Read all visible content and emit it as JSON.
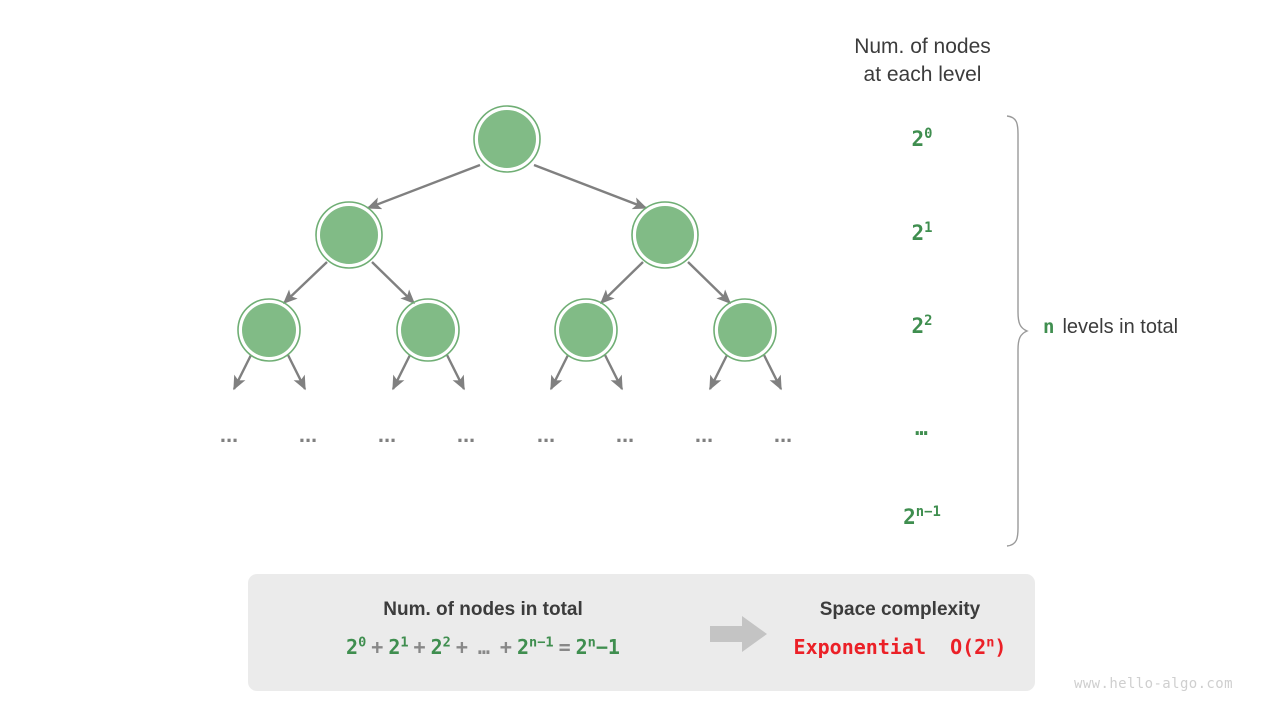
{
  "title": "Num. of nodes\nat each level",
  "colors": {
    "node_fill": "#81bb86",
    "node_ring": "#6fae74",
    "edge": "#808080",
    "green_text": "#3f8e4f",
    "red_text": "#eb2027",
    "panel_bg": "#ebebeb",
    "watermark": "#cfcfcf",
    "background": "#ffffff"
  },
  "tree": {
    "levels": [
      {
        "index": 0,
        "node_count": 1,
        "label_base": "2",
        "label_exp": "0"
      },
      {
        "index": 1,
        "node_count": 2,
        "label_base": "2",
        "label_exp": "1"
      },
      {
        "index": 2,
        "node_count": 4,
        "label_base": "2",
        "label_exp": "2"
      },
      {
        "index": 3,
        "node_count": 8,
        "label_base": "…",
        "label_exp": ""
      },
      {
        "index": 4,
        "node_count": 0,
        "label_base": "2",
        "label_exp": "n−1"
      }
    ],
    "ellipsis_row": [
      "...",
      "...",
      "...",
      "...",
      "...",
      "...",
      "...",
      "..."
    ],
    "ellipsis_glyph": "..."
  },
  "levels_note": {
    "variable": "n",
    "text": "levels in total"
  },
  "summary": {
    "nodes_total": {
      "heading": "Num. of nodes in total",
      "terms": [
        {
          "base": "2",
          "exp": "0"
        },
        {
          "base": "2",
          "exp": "1"
        },
        {
          "base": "2",
          "exp": "2"
        }
      ],
      "plus": "+",
      "ellipsis": "…",
      "last_term": {
        "base": "2",
        "exp": "n−1"
      },
      "equals": "=",
      "result": {
        "base": "2",
        "exp": "n",
        "suffix": "−1"
      }
    },
    "arrow_icon": "right-arrow-icon",
    "complexity": {
      "heading": "Space complexity",
      "name": "Exponential",
      "notation_prefix": "O(2",
      "notation_exp": "n",
      "notation_suffix": ")"
    }
  },
  "watermark": "www.hello-algo.com"
}
